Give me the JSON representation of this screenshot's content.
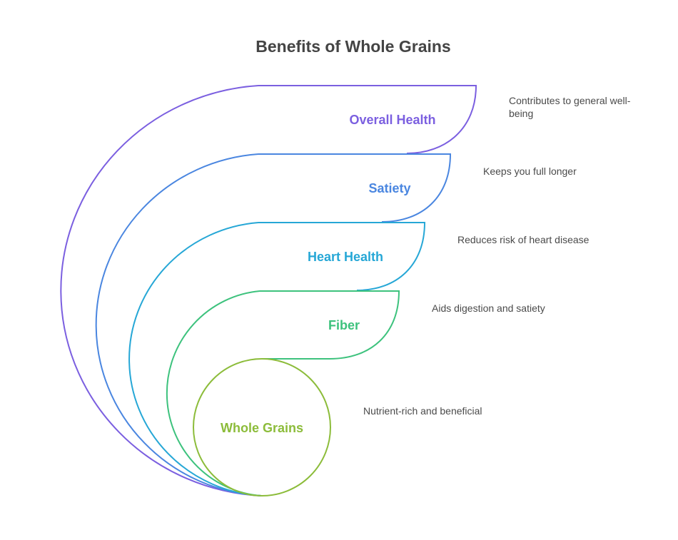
{
  "title": "Benefits of Whole Grains",
  "layers": [
    {
      "label": "Overall Health",
      "description": "Contributes to general well-being",
      "color": "#7b5fe0"
    },
    {
      "label": "Satiety",
      "description": "Keeps you full longer",
      "color": "#4a86e0"
    },
    {
      "label": "Heart Health",
      "description": "Reduces risk of heart disease",
      "color": "#26a7d6"
    },
    {
      "label": "Fiber",
      "description": "Aids digestion and satiety",
      "color": "#3dc27d"
    },
    {
      "label": "Whole Grains",
      "description": "Nutrient-rich and beneficial",
      "color": "#8cbc3a"
    }
  ]
}
